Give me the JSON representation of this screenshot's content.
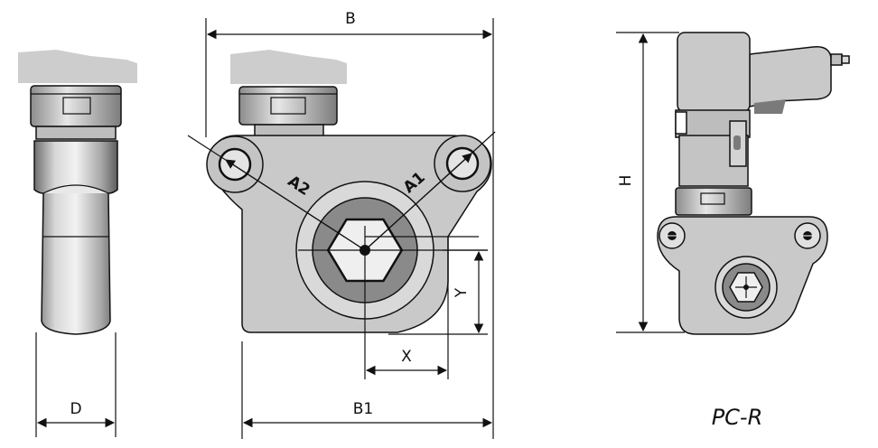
{
  "labels": {
    "B": "B",
    "B1": "B1",
    "D": "D",
    "H": "H",
    "X": "X",
    "Y": "Y",
    "A1": "A1",
    "A2": "A2",
    "model": "PC-R"
  },
  "colors": {
    "body": "#c9c9c9",
    "shade": "#b0b0b0",
    "dark": "#7a7a7a",
    "line": "#111111"
  }
}
